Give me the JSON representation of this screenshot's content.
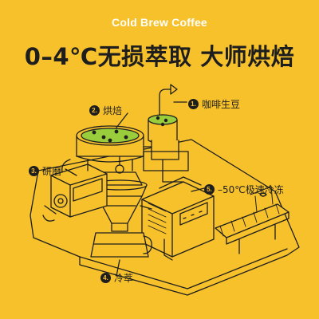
{
  "header": {
    "subtitle": "Cold Brew Coffee",
    "headline": "0–4℃无损萃取  大师烘焙"
  },
  "callouts": [
    {
      "number": "1.",
      "label": "咖啡生豆"
    },
    {
      "number": "2.",
      "label": "烘焙"
    },
    {
      "number": "3.",
      "label": "研磨"
    },
    {
      "number": "4.",
      "label": "冷萃"
    },
    {
      "number": "5.",
      "label": "–50℃极速冷冻"
    }
  ],
  "colors": {
    "background": "#F7C12B",
    "line": "#1e1e1e",
    "subtitle": "#ffffff",
    "bean_fill": "#9ACD3C"
  }
}
